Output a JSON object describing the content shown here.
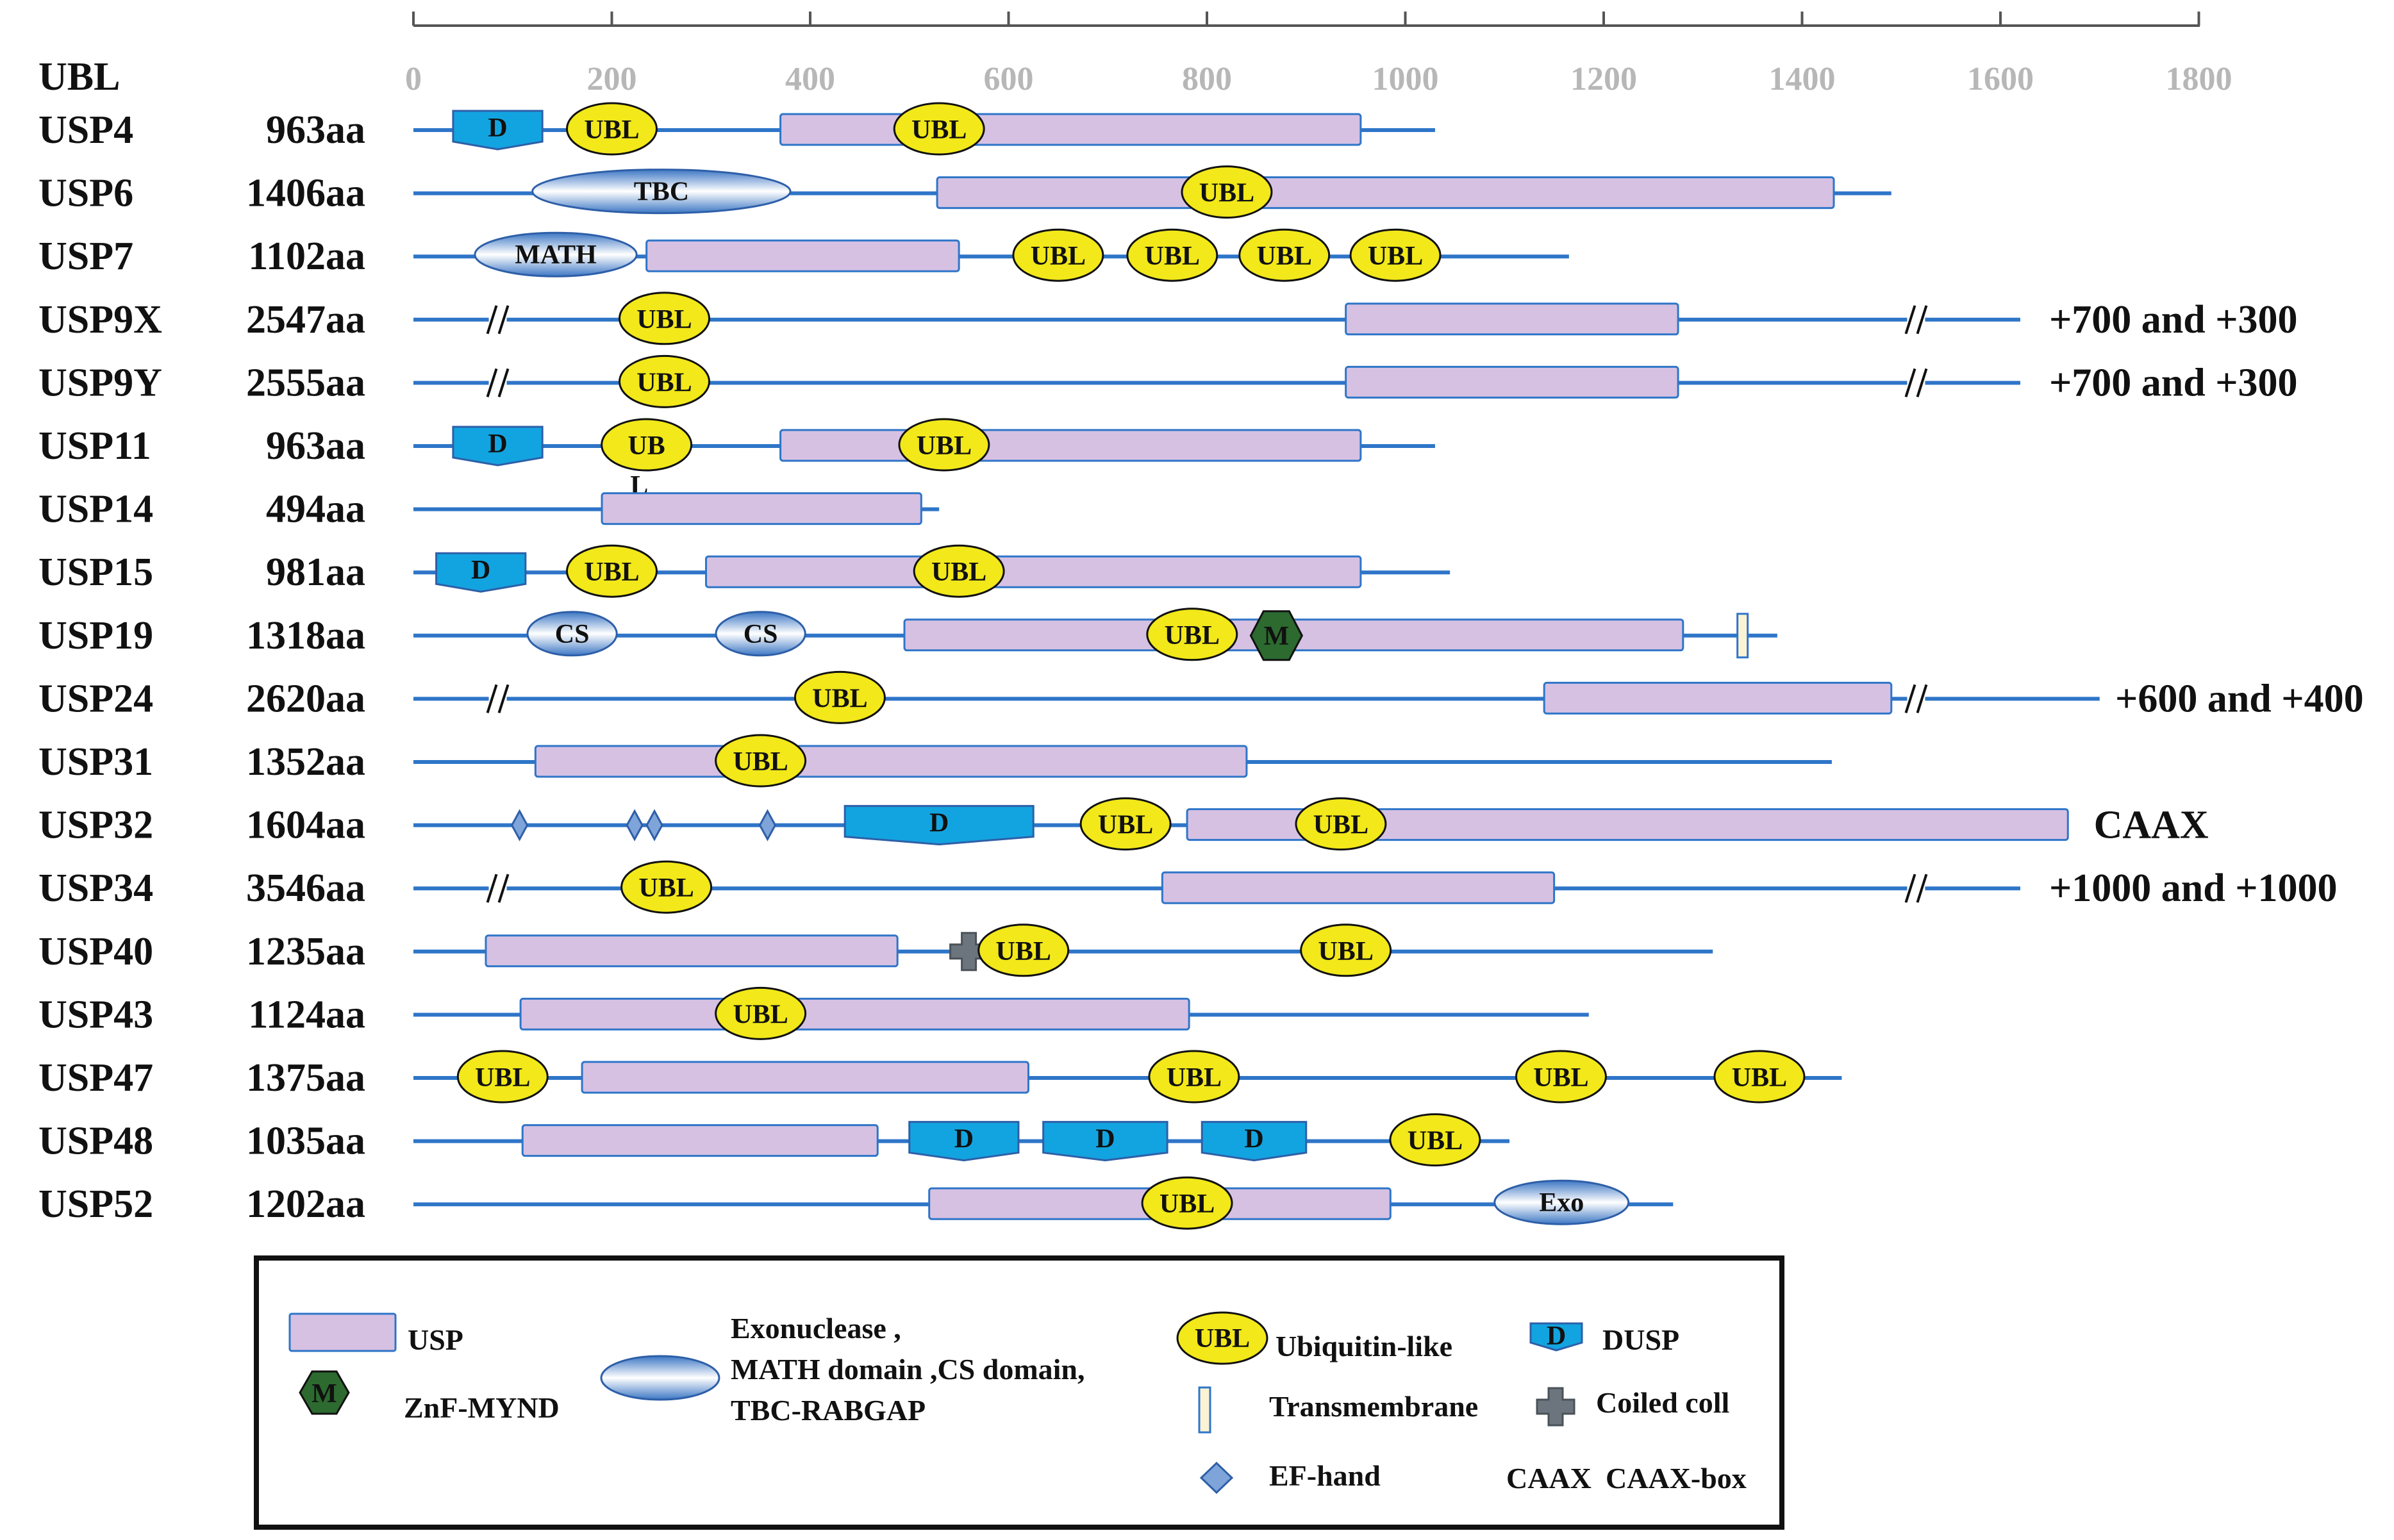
{
  "figure": {
    "header_label": "UBL",
    "axis": {
      "min": 0,
      "max": 1800,
      "ticks": [
        0,
        200,
        400,
        600,
        800,
        1000,
        1200,
        1400,
        1600,
        1800
      ]
    },
    "colors": {
      "backbone": "#2e75c8",
      "usp": "#d6c1e3",
      "usp_border": "#2e75c8",
      "ubl": "#f2e81a",
      "dusp": "#12a4e0",
      "hex": "#2c6a2f",
      "ellipse_mid": "#a9c4e6",
      "coil": "#6c757d",
      "tm": "#fbf3d4",
      "ef": "#7ea4d9"
    }
  },
  "proteins": [
    {
      "name": "USP4",
      "length": "963aa",
      "line": [
        0,
        1030
      ],
      "usp": [
        [
          370,
          955
        ]
      ],
      "ubl": [
        {
          "pos": 200,
          "t": "UBL"
        },
        {
          "pos": 530,
          "t": "UBL"
        }
      ],
      "dusp": [
        {
          "s": 40,
          "e": 130,
          "t": "D"
        }
      ]
    },
    {
      "name": "USP6",
      "length": "1406aa",
      "line": [
        0,
        1490
      ],
      "usp": [
        [
          528,
          1432
        ]
      ],
      "ubl": [
        {
          "pos": 820,
          "t": "UBL"
        }
      ],
      "ellipse": [
        {
          "s": 120,
          "e": 380,
          "t": "TBC"
        }
      ]
    },
    {
      "name": "USP7",
      "length": "1102aa",
      "line": [
        0,
        1165
      ],
      "usp": [
        [
          235,
          550
        ]
      ],
      "ubl": [
        {
          "pos": 650,
          "t": "UBL"
        },
        {
          "pos": 765,
          "t": "UBL"
        },
        {
          "pos": 878,
          "t": "UBL"
        },
        {
          "pos": 990,
          "t": "UBL"
        }
      ],
      "ellipse": [
        {
          "s": 62,
          "e": 225,
          "t": "MATH"
        }
      ]
    },
    {
      "name": "USP9X",
      "length": "2547aa",
      "line": [
        0,
        1620
      ],
      "usp": [
        [
          940,
          1275
        ]
      ],
      "ubl": [
        {
          "pos": 253,
          "t": "UBL"
        }
      ],
      "breaks": [
        85,
        1515
      ],
      "suffix": "+700 and +300"
    },
    {
      "name": "USP9Y",
      "length": "2555aa",
      "line": [
        0,
        1620
      ],
      "usp": [
        [
          940,
          1275
        ]
      ],
      "ubl": [
        {
          "pos": 253,
          "t": "UBL"
        }
      ],
      "breaks": [
        85,
        1515
      ],
      "suffix": "+700 and +300"
    },
    {
      "name": "USP11",
      "length": "963aa",
      "line": [
        0,
        1030
      ],
      "usp": [
        [
          370,
          955
        ]
      ],
      "ubl": [
        {
          "pos": 235,
          "t": "UB"
        },
        {
          "pos": 535,
          "t": "UBL"
        }
      ],
      "dusp": [
        {
          "s": 40,
          "e": 130,
          "t": "D"
        }
      ],
      "note": {
        "pos": 225,
        "t": "L"
      }
    },
    {
      "name": "USP14",
      "length": "494aa",
      "line": [
        0,
        530
      ],
      "usp": [
        [
          190,
          512
        ]
      ]
    },
    {
      "name": "USP15",
      "length": "981aa",
      "line": [
        0,
        1045
      ],
      "usp": [
        [
          295,
          955
        ]
      ],
      "ubl": [
        {
          "pos": 200,
          "t": "UBL"
        },
        {
          "pos": 550,
          "t": "UBL"
        }
      ],
      "dusp": [
        {
          "s": 23,
          "e": 113,
          "t": "D"
        }
      ]
    },
    {
      "name": "USP19",
      "length": "1318aa",
      "line": [
        0,
        1375
      ],
      "usp": [
        [
          495,
          1280
        ]
      ],
      "ubl": [
        {
          "pos": 785,
          "t": "UBL"
        }
      ],
      "ellipse": [
        {
          "s": 115,
          "e": 205,
          "t": "CS"
        },
        {
          "s": 305,
          "e": 395,
          "t": "CS"
        }
      ],
      "hex": [
        {
          "pos": 870,
          "t": "M"
        }
      ],
      "tm": [
        1340
      ]
    },
    {
      "name": "USP24",
      "length": "2620aa",
      "line": [
        0,
        1700
      ],
      "usp": [
        [
          1140,
          1490
        ]
      ],
      "ubl": [
        {
          "pos": 430,
          "t": "UBL"
        }
      ],
      "breaks": [
        85,
        1515
      ],
      "suffix": "+600 and +400"
    },
    {
      "name": "USP31",
      "length": "1352aa",
      "line": [
        0,
        1430
      ],
      "usp": [
        [
          123,
          840
        ]
      ],
      "ubl": [
        {
          "pos": 350,
          "t": "UBL"
        }
      ]
    },
    {
      "name": "USP32",
      "length": "1604aa",
      "line": [
        0,
        1665
      ],
      "usp": [
        [
          780,
          1668
        ]
      ],
      "ubl": [
        {
          "pos": 718,
          "t": "UBL"
        },
        {
          "pos": 935,
          "t": "UBL"
        }
      ],
      "dusp": [
        {
          "s": 435,
          "e": 625,
          "t": "D"
        }
      ],
      "ef": [
        107,
        223,
        243,
        357
      ],
      "suffix": "CAAX"
    },
    {
      "name": "USP34",
      "length": "3546aa",
      "line": [
        0,
        1620
      ],
      "usp": [
        [
          755,
          1150
        ]
      ],
      "ubl": [
        {
          "pos": 255,
          "t": "UBL"
        }
      ],
      "breaks": [
        85,
        1515
      ],
      "suffix": "+1000 and +1000"
    },
    {
      "name": "USP40",
      "length": "1235aa",
      "line": [
        0,
        1310
      ],
      "usp": [
        [
          73,
          488
        ]
      ],
      "ubl": [
        {
          "pos": 615,
          "t": "UBL"
        },
        {
          "pos": 940,
          "t": "UBL"
        }
      ],
      "coil": [
        560
      ]
    },
    {
      "name": "USP43",
      "length": "1124aa",
      "line": [
        0,
        1185
      ],
      "usp": [
        [
          108,
          782
        ]
      ],
      "ubl": [
        {
          "pos": 350,
          "t": "UBL"
        }
      ]
    },
    {
      "name": "USP47",
      "length": "1375aa",
      "line": [
        0,
        1440
      ],
      "usp": [
        [
          170,
          620
        ]
      ],
      "ubl": [
        {
          "pos": 90,
          "t": "UBL"
        },
        {
          "pos": 787,
          "t": "UBL"
        },
        {
          "pos": 1157,
          "t": "UBL"
        },
        {
          "pos": 1357,
          "t": "UBL"
        }
      ]
    },
    {
      "name": "USP48",
      "length": "1035aa",
      "line": [
        0,
        1105
      ],
      "usp": [
        [
          110,
          468
        ]
      ],
      "ubl": [
        {
          "pos": 1030,
          "t": "UBL"
        }
      ],
      "dusp": [
        {
          "s": 500,
          "e": 610,
          "t": "D"
        },
        {
          "s": 635,
          "e": 760,
          "t": "D"
        },
        {
          "s": 795,
          "e": 900,
          "t": "D"
        }
      ]
    },
    {
      "name": "USP52",
      "length": "1202aa",
      "line": [
        0,
        1270
      ],
      "usp": [
        [
          520,
          985
        ]
      ],
      "ubl": [
        {
          "pos": 780,
          "t": "UBL"
        }
      ],
      "ellipse": [
        {
          "s": 1090,
          "e": 1225,
          "t": "Exo"
        }
      ]
    }
  ],
  "legend": {
    "usp": "USP",
    "znf": "ZnF-MYND",
    "znf_symbol": "M",
    "ellipse_lines": [
      "Exonuclease ,",
      "MATH domain ,CS domain,",
      "TBC-RABGAP"
    ],
    "ubl": "Ubiquitin-like",
    "ubl_symbol": "UBL",
    "transmembrane": "Transmembrane",
    "ef_hand": "EF-hand",
    "dusp": "DUSP",
    "dusp_symbol": "D",
    "coiled": "Coiled coll",
    "caax_symbol": "CAAX",
    "caax": "CAAX-box"
  }
}
